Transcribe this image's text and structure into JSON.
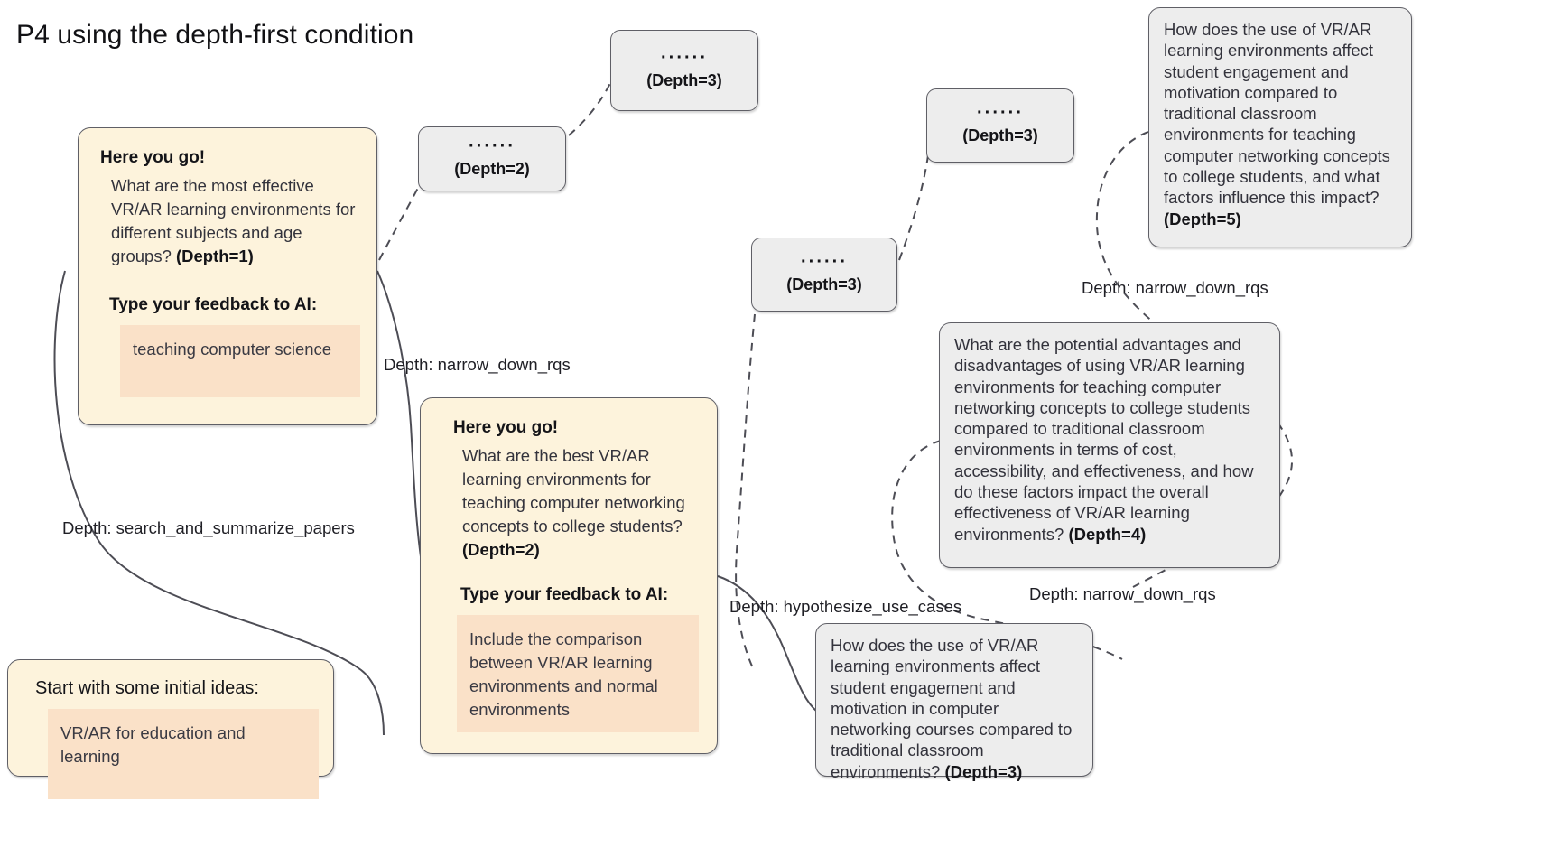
{
  "title": "P4 using the depth-first condition",
  "cards": {
    "root": {
      "heading": "Start with some initial ideas:",
      "feedback": "VR/AR for education and learning"
    },
    "depth1": {
      "heading": "Here you go!",
      "question": "What are the most effective VR/AR learning environments for different subjects and age groups? ",
      "depth_tag": "(Depth=1)",
      "feedback_heading": "Type your feedback to AI:",
      "feedback": "teaching computer science"
    },
    "depth2": {
      "heading": "Here you go!",
      "question": "What are the best VR/AR learning environments for teaching computer networking concepts to college students? ",
      "depth_tag": "(Depth=2)",
      "feedback_heading": "Type your feedback to AI:",
      "feedback": "Include the comparison between VR/AR learning environments and normal environments"
    }
  },
  "gray_cards": {
    "depth5": {
      "text": "How does the use of VR/AR learning environments affect student engagement and motivation compared to traditional classroom environments for teaching computer networking concepts to college students, and what factors influence this impact? ",
      "depth_tag": "(Depth=5)"
    },
    "depth4": {
      "text": "What are the potential advantages and disadvantages of using VR/AR learning environments for teaching computer networking concepts to college students compared to traditional classroom environments in terms of cost, accessibility, and effectiveness, and how do these factors impact the overall effectiveness of VR/AR learning environments? ",
      "depth_tag": "(Depth=4)"
    },
    "depth3": {
      "text": "How does the use of VR/AR learning environments affect student engagement and motivation in computer networking courses compared to traditional classroom environments? ",
      "depth_tag": "(Depth=3)"
    }
  },
  "ellipsis_boxes": [
    {
      "dots": "······",
      "depth_tag": "(Depth=3)"
    },
    {
      "dots": "······",
      "depth_tag": "(Depth=2)"
    },
    {
      "dots": "······",
      "depth_tag": "(Depth=3)"
    },
    {
      "dots": "······",
      "depth_tag": "(Depth=3)"
    }
  ],
  "edge_labels": {
    "narrow_down_rqs_1": "Depth: narrow_down_rqs",
    "search_and_summarize_papers": "Depth: search_and_summarize_papers",
    "narrow_down_rqs_2": "Depth: narrow_down_rqs",
    "narrow_down_rqs_3": "Depth: narrow_down_rqs",
    "hypothesize_use_cases": "Depth: hypothesize_use_cases"
  },
  "colors": {
    "card_fill": "#fdf3dc",
    "feedback_fill": "#fae1c8",
    "gray_fill": "#ededed",
    "stroke": "#5f5f66",
    "text": "#33333c"
  }
}
